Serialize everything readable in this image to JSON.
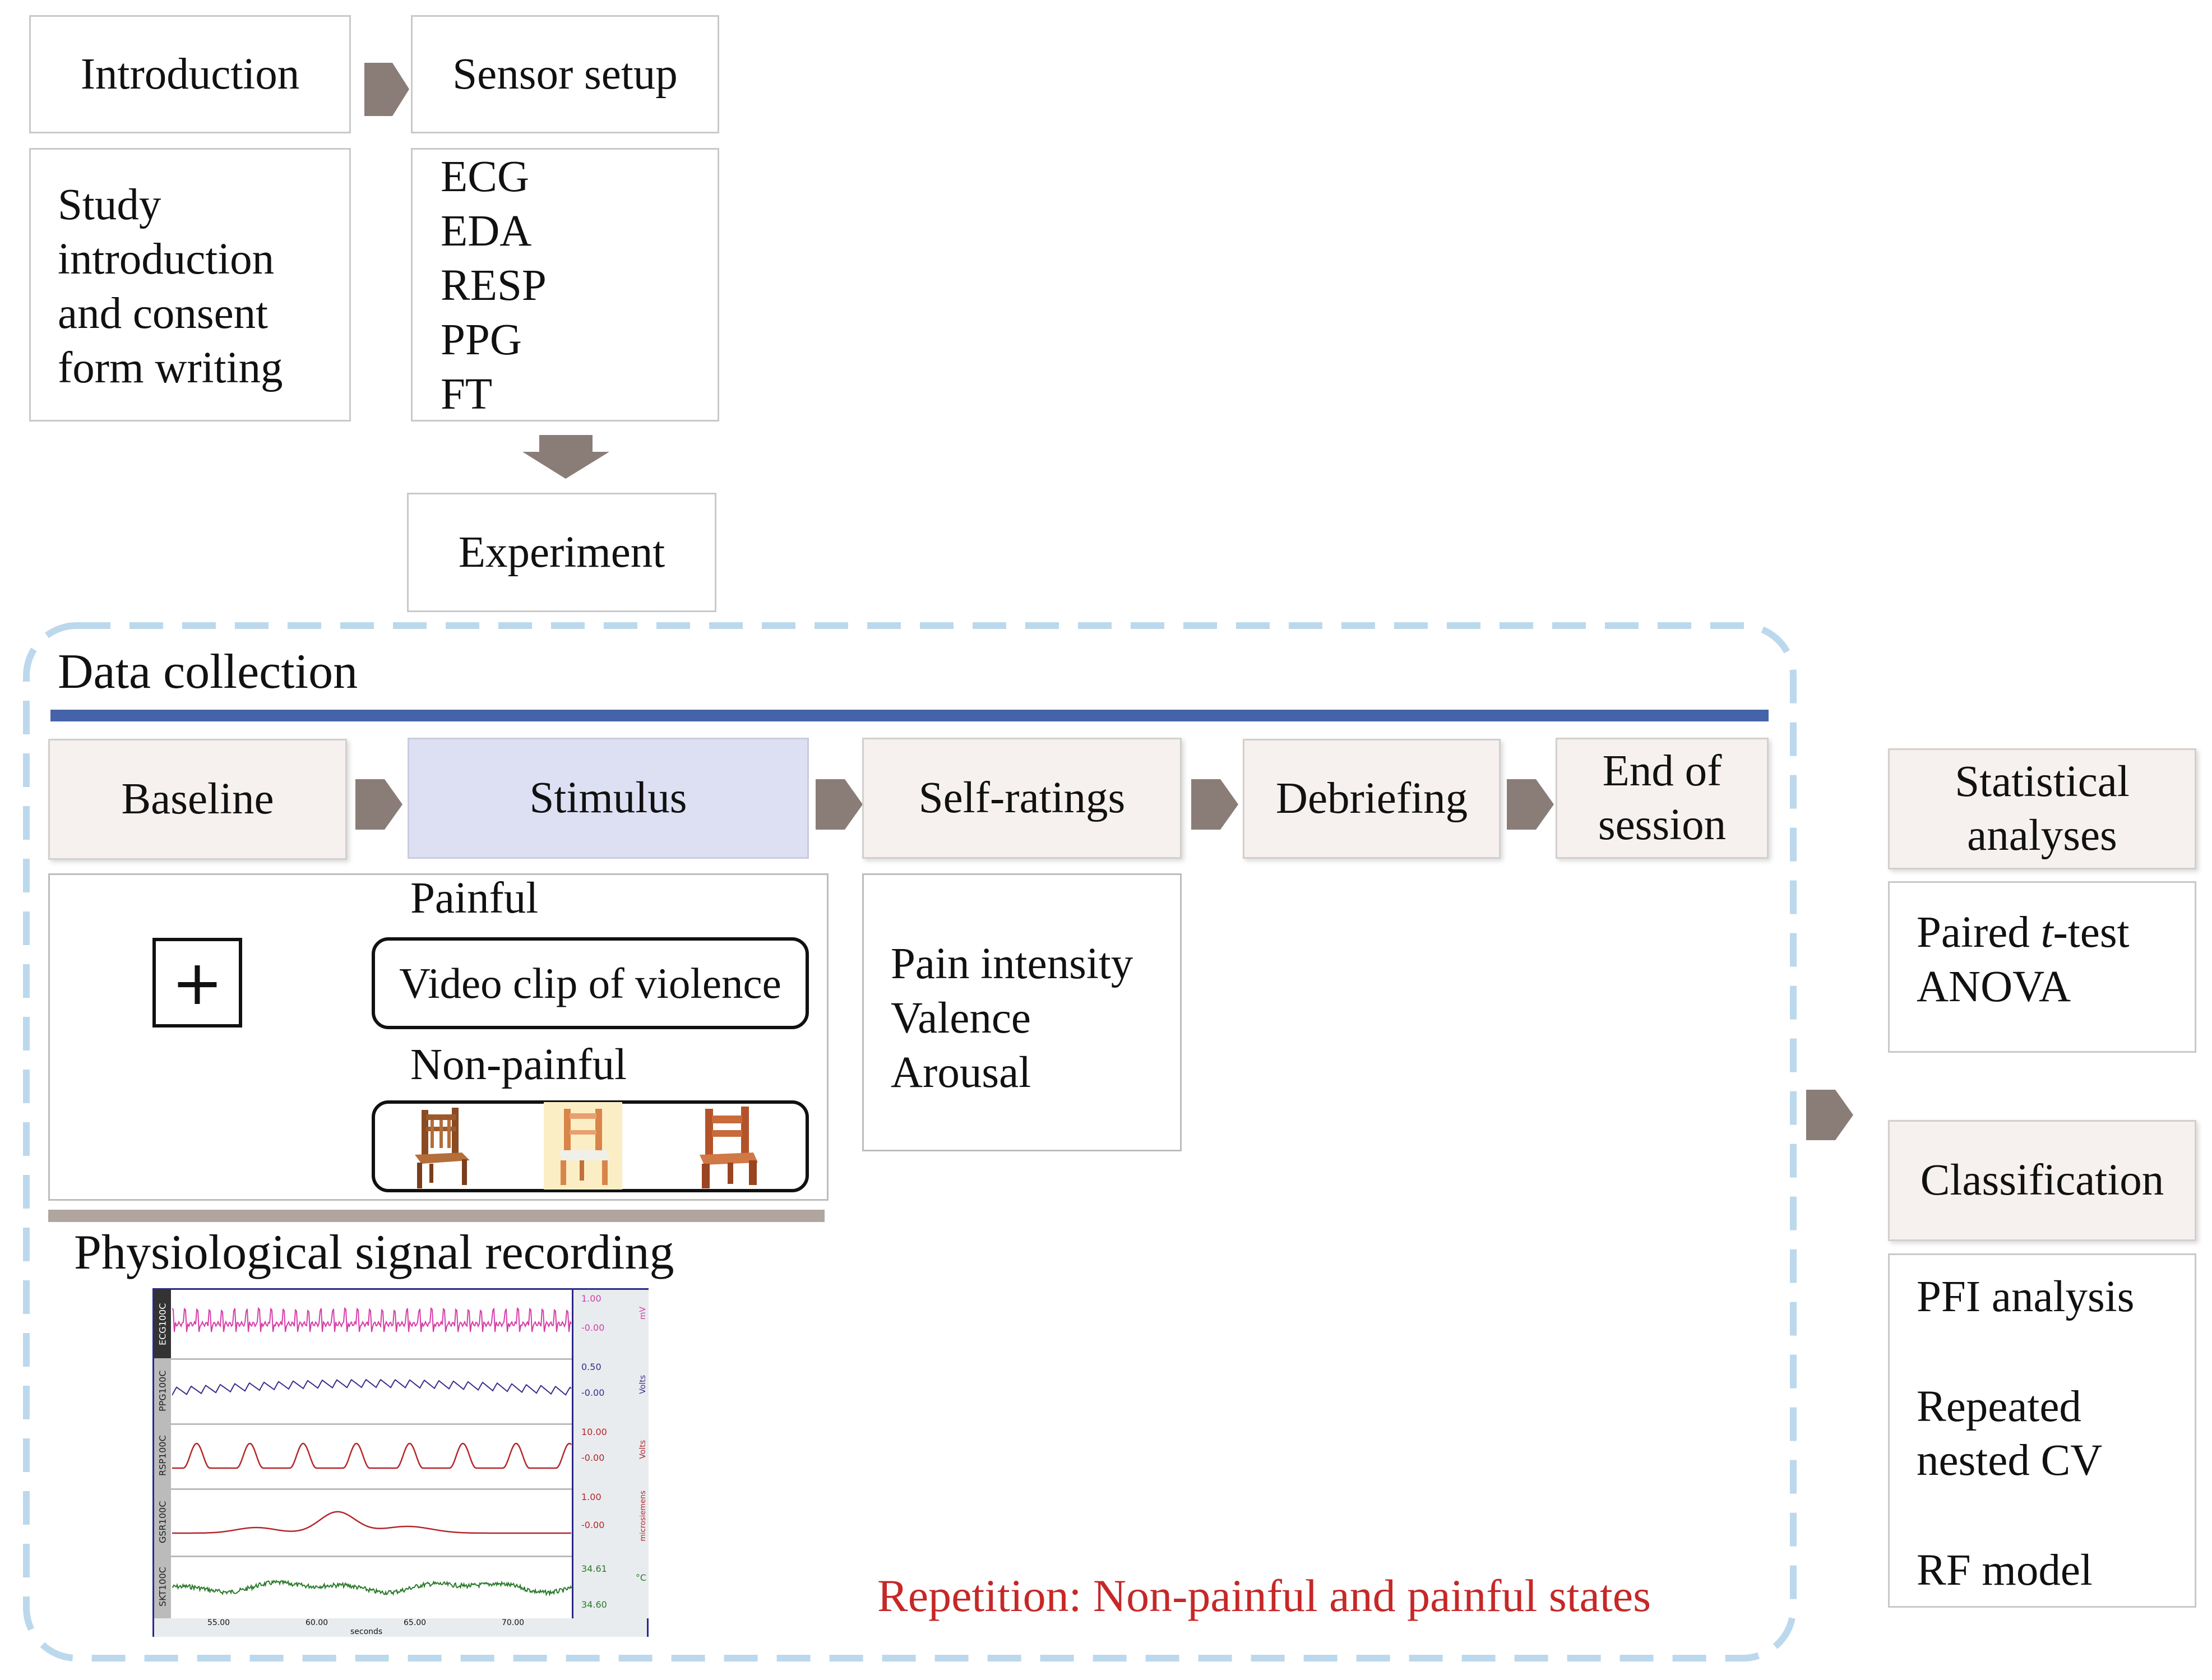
{
  "top": {
    "introduction_title": "Introduction",
    "introduction_lines": [
      "Study",
      "introduction",
      "and consent",
      "form writing"
    ],
    "sensor_title": "Sensor setup",
    "sensor_lines": [
      "ECG",
      "EDA",
      "RESP",
      "PPG",
      "FT"
    ],
    "experiment_title": "Experiment"
  },
  "data_collection": {
    "title": "Data collection",
    "stages": [
      "Baseline",
      "Stimulus",
      "Self-ratings",
      "Debriefing",
      "End of",
      "session"
    ],
    "fixation_symbol": "+",
    "painful_label": "Painful",
    "painful_stimulus": "Video clip of violence",
    "nonpainful_label": "Non-painful",
    "self_rating_lines": [
      "Pain intensity",
      "Valence",
      "Arousal"
    ],
    "recording_title": "Physiological signal recording",
    "repetition_note": "Repetition: Non-painful and painful states"
  },
  "signal_panel": {
    "channel_names": [
      "ECG100C",
      "PPG100C",
      "RSP100C",
      "GSR100C",
      "SKT100C"
    ],
    "scale_top": [
      "1.00",
      "0.50",
      "10.00",
      "1.00",
      "34.61"
    ],
    "scale_bottom": [
      "-0.00",
      "-0.00",
      "-0.00",
      "-0.00",
      "34.60"
    ],
    "units": [
      "mV",
      "Volts",
      "Volts",
      "microsiemens",
      "°C"
    ],
    "trace_colors": [
      "#d63ca8",
      "#3c2a8c",
      "#b3262a",
      "#b3262a",
      "#2a7a2a"
    ],
    "x_ticks": [
      "55.00",
      "60.00",
      "65.00",
      "70.00"
    ],
    "x_axis_label": "seconds"
  },
  "right": {
    "stat_title_lines": [
      "Statistical",
      "analyses"
    ],
    "stat_lines_prefix": "Paired ",
    "stat_lines_italic": "t",
    "stat_lines_suffix": "-test",
    "stat_line2": "ANOVA",
    "class_title": "Classification",
    "class_items": [
      "PFI analysis",
      "Repeated",
      "nested CV",
      "RF model"
    ]
  },
  "colors": {
    "arrow": "#8a7c77",
    "dashed_border": "#bcd8ec",
    "blue_bar": "#4563a8",
    "gray_bar": "#b0a69f",
    "stimulus_fill": "#dde0f2",
    "repetition_text": "#c62828"
  }
}
